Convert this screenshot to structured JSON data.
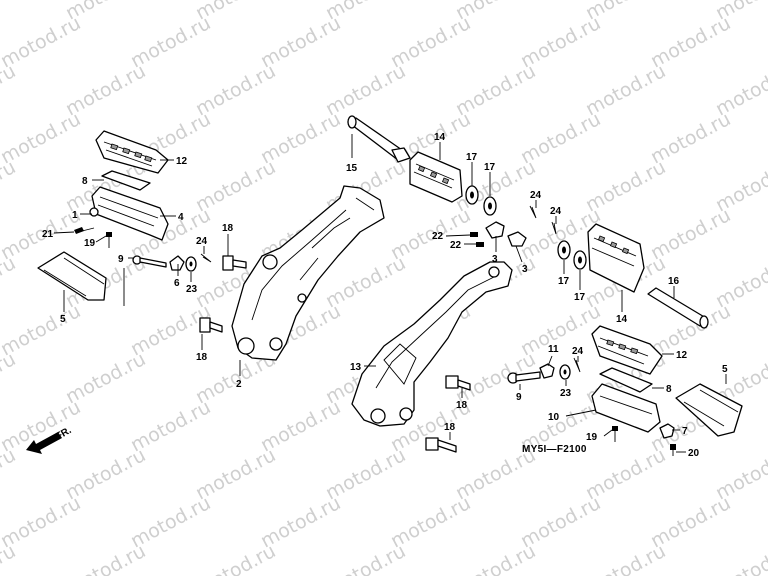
{
  "watermark_text": "motod.ru",
  "labels": {
    "front": "FR.",
    "diagram_code": "MY5I—F2100"
  },
  "callouts": [
    "12",
    "8",
    "4",
    "1",
    "21",
    "19",
    "9",
    "6",
    "23",
    "24",
    "18",
    "5",
    "2",
    "18",
    "15",
    "14",
    "17",
    "17",
    "24",
    "24",
    "22",
    "22",
    "3",
    "3",
    "17",
    "17",
    "14",
    "16",
    "12",
    "13",
    "18",
    "18",
    "11",
    "24",
    "9",
    "23",
    "8",
    "10",
    "19",
    "7",
    "20",
    "5"
  ]
}
